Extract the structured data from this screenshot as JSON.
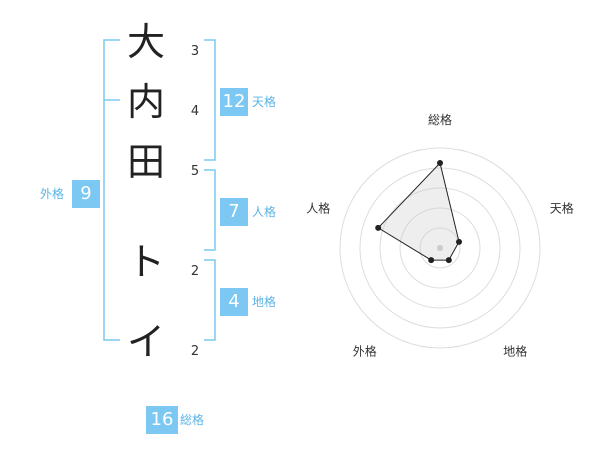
{
  "name": {
    "chars": [
      {
        "char": "大",
        "strokes": "3"
      },
      {
        "char": "内",
        "strokes": "4"
      },
      {
        "char": "田",
        "strokes": "5"
      },
      {
        "char": "ト",
        "strokes": "2"
      },
      {
        "char": "イ",
        "strokes": "2"
      }
    ]
  },
  "fortune": {
    "tenkaku": {
      "value": "12",
      "label": "天格"
    },
    "jinkaku": {
      "value": "7",
      "label": "人格"
    },
    "chikaku": {
      "value": "4",
      "label": "地格"
    },
    "gaikaku": {
      "value": "9",
      "label": "外格"
    },
    "soukaku": {
      "value": "16",
      "label": "総格"
    }
  },
  "colors": {
    "accent": "#7cc8f2",
    "bracket": "#7cc8f2",
    "label": "#5ab4e6"
  },
  "chart_data": {
    "type": "radar",
    "axes": [
      "総格",
      "天格",
      "地格",
      "外格",
      "人格"
    ],
    "values": [
      0.85,
      0.2,
      0.15,
      0.15,
      0.65
    ],
    "rings": 5
  }
}
